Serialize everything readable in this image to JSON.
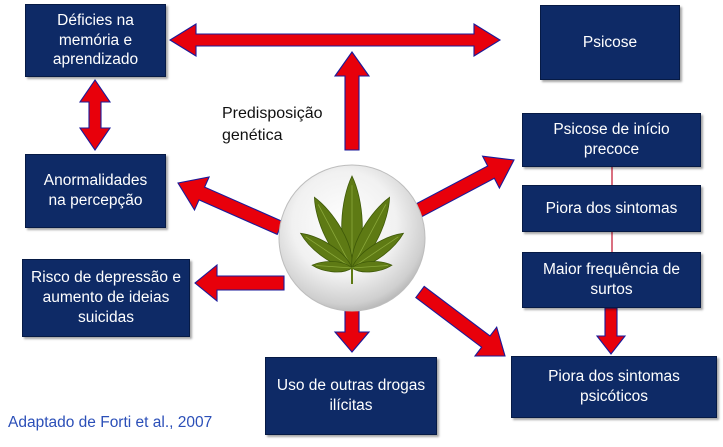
{
  "boxes": {
    "memory": "Déficies na\nmemória e\naprendizado",
    "psychosis": "Psicose",
    "perception": "Anormalidades\nna percepção",
    "early_psychosis": "Psicose de início\nprecoce",
    "worse_symptoms": "Piora dos sintomas",
    "depression": "Risco de depressão e\naumento de ideias\nsuicidas",
    "more_outbreaks": "Maior frequência de\nsurtos",
    "other_drugs": "Uso de outras drogas\nilícitas",
    "psychotic_symptoms": "Piora dos sintomas\npsicóticos"
  },
  "center_label": "Predisposição\ngenética",
  "center_icon": "cannabis-leaf-icon",
  "credit": "Adaptado de Forti et al., 2007",
  "colors": {
    "box_fill": "#0e2a66",
    "arrow_fill": "#e8000b",
    "arrow_stroke": "#1a1a9a",
    "leaf": "#5e7a14",
    "credit": "#2b4fb8"
  }
}
